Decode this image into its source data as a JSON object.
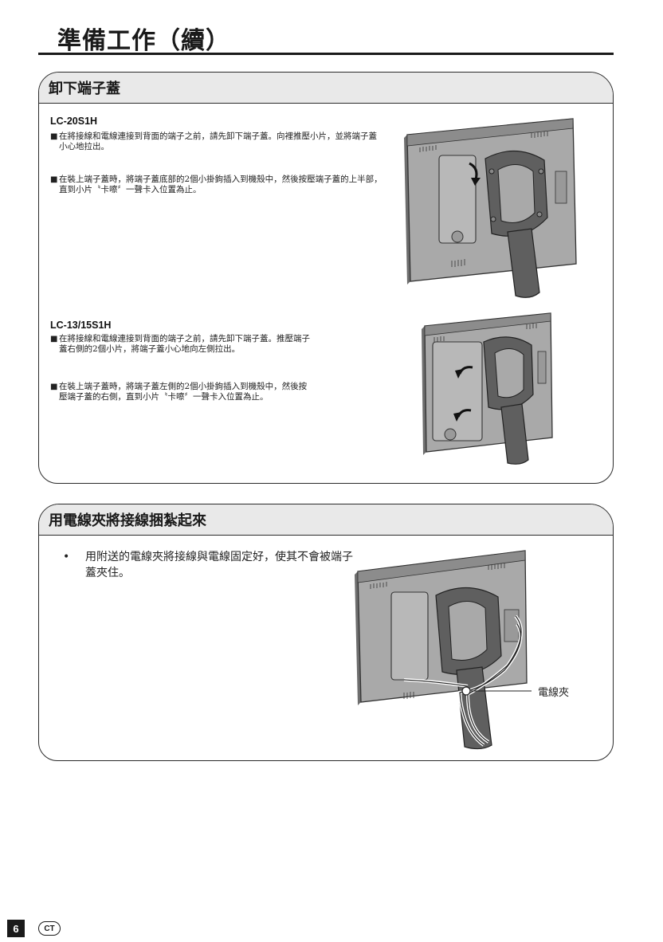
{
  "page": {
    "title": "準備工作（續）",
    "page_number": "6",
    "lang_badge": "CT"
  },
  "section_remove_cover": {
    "title": "卸下端子蓋",
    "models": [
      {
        "name": "LC-20S1H",
        "bullets": [
          "在將接線和電線連接到背面的端子之前，請先卸下端子蓋。向裡推壓小片，並將端子蓋小心地拉出。",
          "在裝上端子蓋時，將端子蓋底部的2個小掛鉤插入到機殼中，然後按壓端子蓋的上半部，直到小片〝卡嚓〞一聲卡入位置為止。"
        ],
        "illustration_icon": "tv-rear-terminal-cover-push-down-illustration"
      },
      {
        "name": "LC-13/15S1H",
        "bullets": [
          "在將接線和電線連接到背面的端子之前，請先卸下端子蓋。推壓端子蓋右側的2個小片，將端子蓋小心地向左側拉出。",
          "在裝上端子蓋時，將端子蓋左側的2個小掛鉤插入到機殼中，然後按壓端子蓋的右側，直到小片〝卡嚓〞一聲卡入位置為止。"
        ],
        "illustration_icon": "tv-rear-terminal-cover-push-left-illustration"
      }
    ]
  },
  "section_cable_clamp": {
    "title": "用電線夾將接線捆紮起來",
    "bullet": "用附送的電線夾將接線與電線固定好，使其不會被端子蓋夾住。",
    "callout_label": "電線夾",
    "illustration_icon": "tv-rear-cable-clamp-illustration"
  },
  "colors": {
    "tv_body": "#a9a9a9",
    "tv_dark": "#6e6e6e",
    "stand": "#5f5f5f",
    "header_bg": "#e9e9e9",
    "border": "#2a2a2a"
  }
}
